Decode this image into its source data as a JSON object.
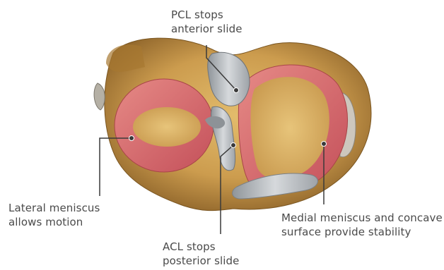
{
  "labels": {
    "pcl": {
      "line1": "PCL stops",
      "line2": "anterior slide"
    },
    "lateral_meniscus": {
      "line1": "Lateral meniscus",
      "line2": "allows motion"
    },
    "medial_meniscus": {
      "line1": "Medial meniscus and concave",
      "line2": "surface provide stability"
    },
    "acl": {
      "line1": "ACL stops",
      "line2": "posterior slide"
    }
  },
  "colors": {
    "leader_line": "#3a3a3a",
    "label_text": "#4a4a4a",
    "bone": "#cfa252",
    "meniscus": "#d8676a",
    "ligament": "#b5b9bd"
  }
}
